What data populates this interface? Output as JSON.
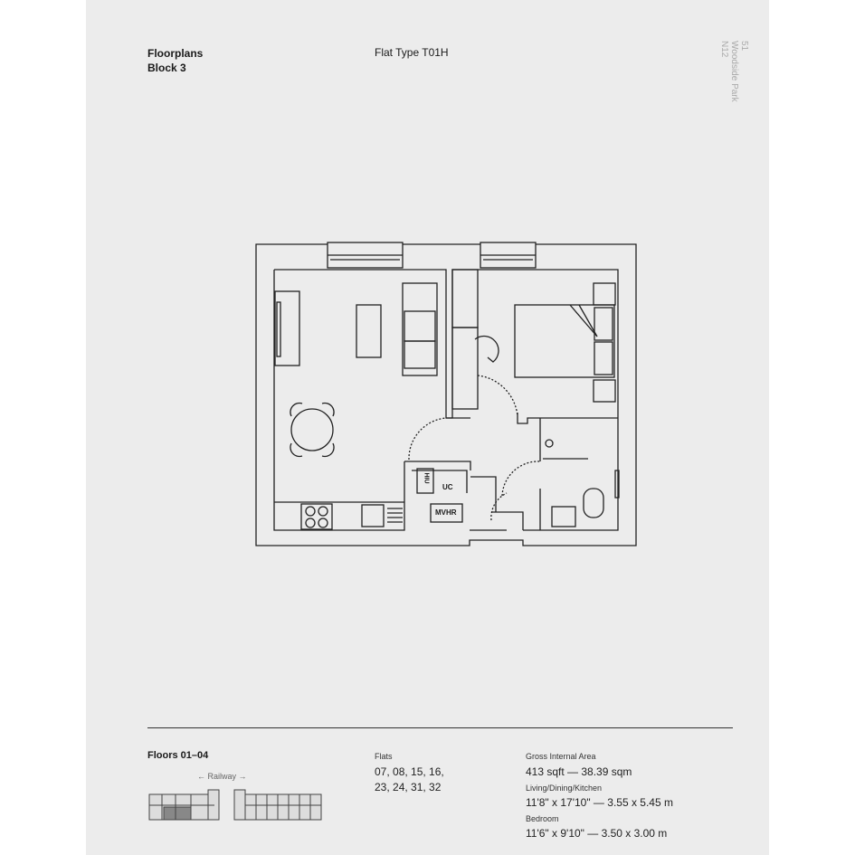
{
  "header": {
    "section": "Floorplans",
    "block": "Block 3",
    "flat_type": "Flat Type T01H"
  },
  "side": {
    "page_number": "51",
    "development": "Woodside Park",
    "postcode": "N12"
  },
  "plan_labels": {
    "hiu": "HIU",
    "uc": "UC",
    "mvhr": "MVHR"
  },
  "footer": {
    "floors": "Floors 01–04",
    "railway": "Railway",
    "flats_label": "Flats",
    "flats_line1": "07, 08, 15, 16,",
    "flats_line2": "23, 24, 31, 32",
    "gia_label": "Gross Internal Area",
    "gia_value": "413 sqft — 38.39 sqm",
    "ldk_label": "Living/Dining/Kitchen",
    "ldk_value": "11'8\" x 17'10\" — 3.55 x 5.45 m",
    "bed_label": "Bedroom",
    "bed_value": "11'6\" x 9'10\" — 3.50 x 3.00 m"
  }
}
